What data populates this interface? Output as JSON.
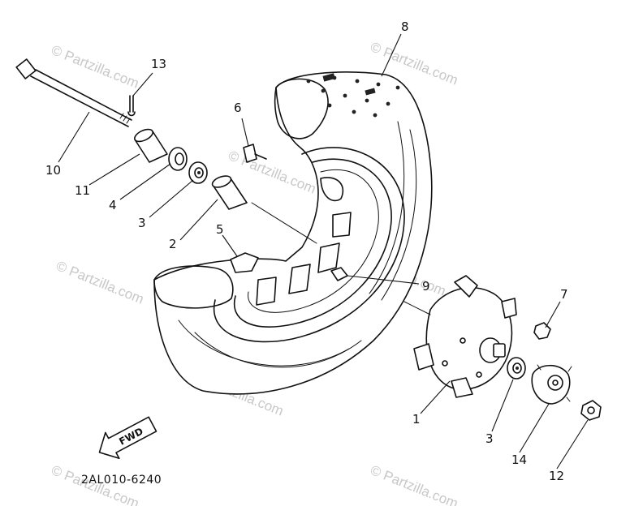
{
  "watermarks": [
    {
      "text": "© Partzilla.com"
    },
    {
      "text": "© Partzilla.com"
    },
    {
      "text": "© Partzilla.com"
    },
    {
      "text": "© Partzilla.com"
    },
    {
      "text": "© Partzilla.com"
    },
    {
      "text": "© Partzilla.com"
    },
    {
      "text": "© Partzilla.com"
    },
    {
      "text": "© Partzilla.com"
    }
  ],
  "callouts": [
    {
      "id": "c8",
      "label": "8"
    },
    {
      "id": "c13",
      "label": "13"
    },
    {
      "id": "c6",
      "label": "6"
    },
    {
      "id": "c10",
      "label": "10"
    },
    {
      "id": "c11",
      "label": "11"
    },
    {
      "id": "c4",
      "label": "4"
    },
    {
      "id": "c3a",
      "label": "3"
    },
    {
      "id": "c2",
      "label": "2"
    },
    {
      "id": "c5",
      "label": "5"
    },
    {
      "id": "c9",
      "label": "9"
    },
    {
      "id": "c7",
      "label": "7"
    },
    {
      "id": "c1",
      "label": "1"
    },
    {
      "id": "c3b",
      "label": "3"
    },
    {
      "id": "c14",
      "label": "14"
    },
    {
      "id": "c12",
      "label": "12"
    }
  ],
  "fwd_label": "FWD",
  "diagram_code": "2AL010-6240",
  "colors": {
    "ink": "#111111",
    "watermark": "#c8c8c8",
    "background": "#ffffff"
  }
}
